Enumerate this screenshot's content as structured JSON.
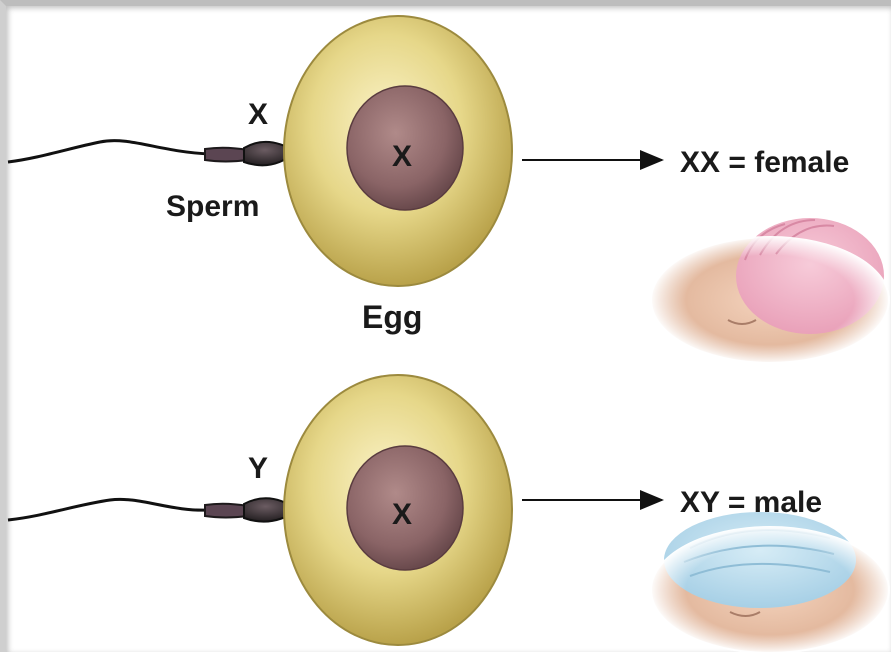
{
  "top": {
    "sperm_chromosome": "X",
    "sperm_label": "Sperm",
    "egg_chromosome": "X",
    "egg_label": "Egg",
    "result": "XX = female",
    "baby_hat_color": "#f2b5c9"
  },
  "bottom": {
    "sperm_chromosome": "Y",
    "egg_chromosome": "X",
    "result": "XY = male",
    "baby_hat_color": "#b9dcee"
  },
  "colors": {
    "egg_outer": "#d8c76a",
    "egg_nucleus": "#8e6a6c",
    "sperm_head": "#2a2326"
  }
}
